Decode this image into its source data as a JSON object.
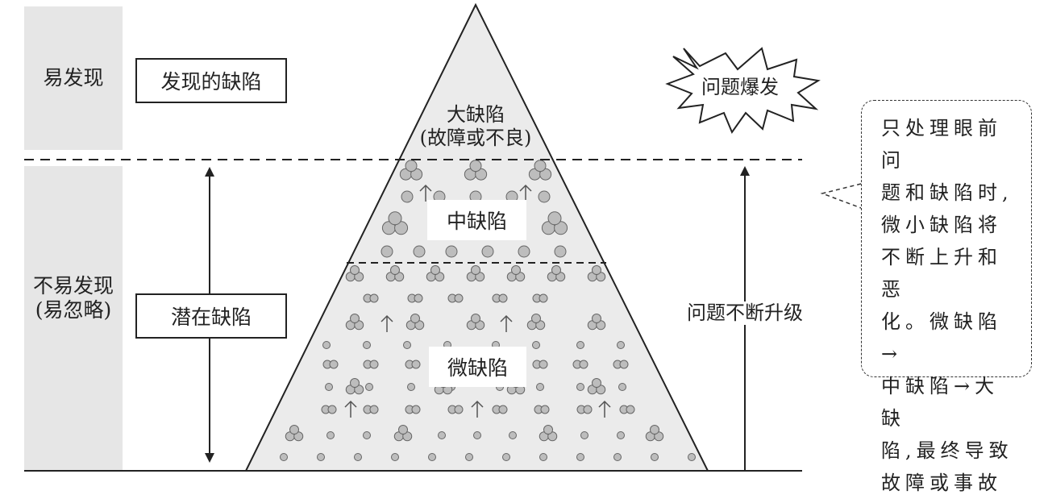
{
  "left_column": {
    "easy_label": "易发现",
    "hard_label": "不易发现\n(易忽略)"
  },
  "boxes": {
    "found": "发现的缺陷",
    "latent": "潜在缺陷"
  },
  "pyramid": {
    "top_label": "大缺陷\n(故障或不良)",
    "middle_label": "中缺陷",
    "bottom_label": "微缺陷"
  },
  "right": {
    "burst": "问题爆发",
    "escalation": "问题不断升级",
    "note": "只处理眼前问\n题和缺陷时,\n微小缺陷将\n不断上升和恶\n化。微缺陷→\n中缺陷→大缺\n陷,最终导致\n故障或事故"
  },
  "colors": {
    "panel_gray": "#e6e6e6",
    "pyramid_fill": "#ebebeb",
    "circle_fill": "#bdbdbd",
    "line": "#222222"
  }
}
